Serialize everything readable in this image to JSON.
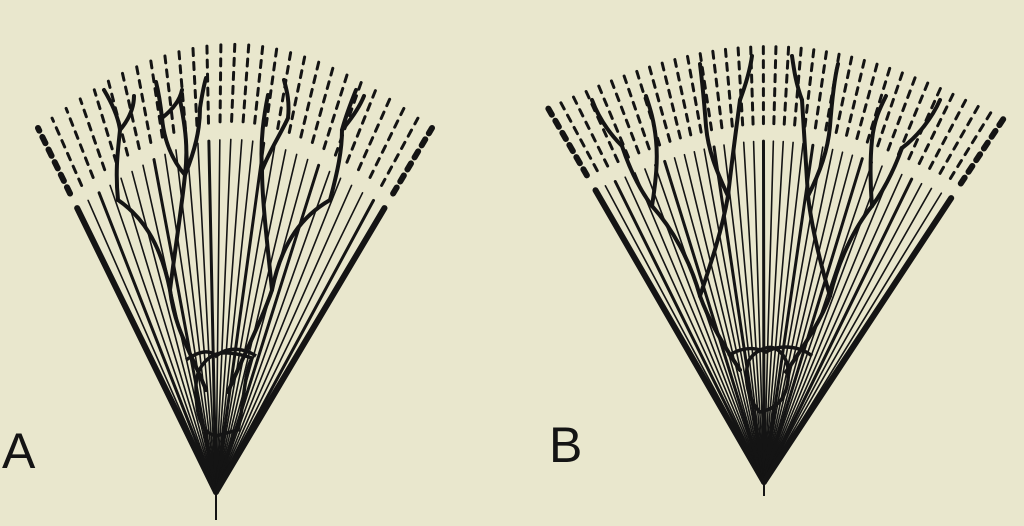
{
  "diagram": {
    "panels": [
      {
        "id": "A",
        "label": "A",
        "veins": 28
      },
      {
        "id": "B",
        "label": "B",
        "veins": 36
      }
    ],
    "colors": {
      "background": "#e9e7cd",
      "ink": "#141414"
    }
  }
}
